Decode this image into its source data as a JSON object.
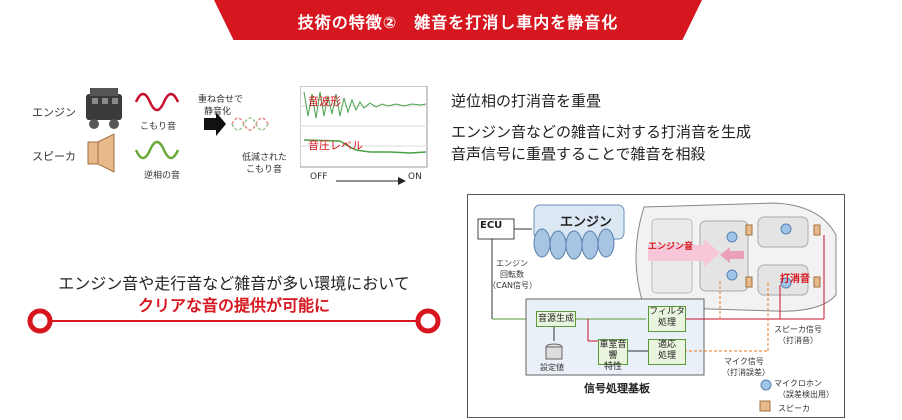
{
  "header": {
    "title": "技術の特徴②　雑音を打消し車内を静音化"
  },
  "illustration": {
    "engine_label": "エンジン",
    "speaker_label": "スピーカ",
    "muffled_sound_label": "こもり音",
    "anti_phase_label": "逆相の音",
    "overlay_label_line1": "重ね合せで",
    "overlay_label_line2": "静音化",
    "reduced_label_line1": "低減された",
    "reduced_label_line2": "こもり音",
    "graph_waveform_label": "音波形",
    "graph_level_label": "音圧レベル",
    "graph_off": "OFF",
    "graph_on": "ON"
  },
  "description": {
    "line1": "逆位相の打消音を重畳",
    "line2": "エンジン音などの雑音に対する打消音を生成",
    "line3": "音声信号に重畳することで雑音を相殺"
  },
  "message": {
    "line1": "エンジン音や走行音など雑音が多い環境において",
    "line2": "クリアな音の提供が可能に"
  },
  "system": {
    "ecu": "ECU",
    "engine": "エンジン",
    "engine_rpm_line1": "エンジン",
    "engine_rpm_line2": "回転数",
    "engine_rpm_line3": "（CAN信号）",
    "engine_sound": "エンジン音",
    "cancel_sound": "打消音",
    "sound_source": "音源生成",
    "filter_line1": "フィルタ",
    "filter_line2": "処理",
    "cabin_line1": "車室音響",
    "cabin_line2": "特性",
    "adaptive_line1": "適応",
    "adaptive_line2": "処理",
    "setpoint": "設定値",
    "board_title": "信号処理基板",
    "speaker_signal_line1": "スピーカ信号",
    "speaker_signal_line2": "（打消音）",
    "mic_signal_line1": "マイク信号",
    "mic_signal_line2": "（打消誤差）",
    "legend_mic_line1": "マイクロホン",
    "legend_mic_line2": "（誤差検出用）",
    "legend_speaker": "スピーカ"
  },
  "colors": {
    "accent": "#d7171f",
    "green": "#5a9a3a",
    "blue": "#8ab4d8"
  }
}
